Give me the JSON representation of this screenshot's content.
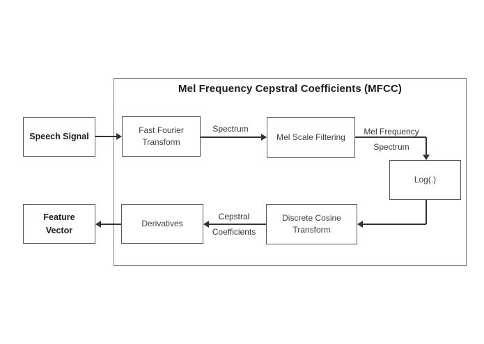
{
  "diagram": {
    "title": "Mel Frequency Cepstral Coefficients (MFCC)",
    "nodes": {
      "speech_signal": {
        "label": "Speech Signal"
      },
      "fast_fourier_transform": {
        "label": "Fast Fourier Transform"
      },
      "mel_scale_filtering": {
        "label": "Mel Scale Filtering"
      },
      "log": {
        "label": "Log(.)"
      },
      "feature_vector": {
        "label": "Feature Vector"
      },
      "derivatives": {
        "label": "Derivatives"
      },
      "discrete_cosine_transform": {
        "label": "Discrete Cosine Transform"
      }
    },
    "edge_labels": {
      "spectrum": "Spectrum",
      "mel_frequency_spectrum": "Mel Frequency Spectrum",
      "cepstral_coefficients": "Cepstral Coefficients"
    },
    "colors": {
      "box_border": "#595959",
      "container_border": "#7a7a7a",
      "arrow": "#333333",
      "text": "#3f3f3f",
      "bold_text": "#1c1c1c",
      "background": "#ffffff"
    }
  }
}
